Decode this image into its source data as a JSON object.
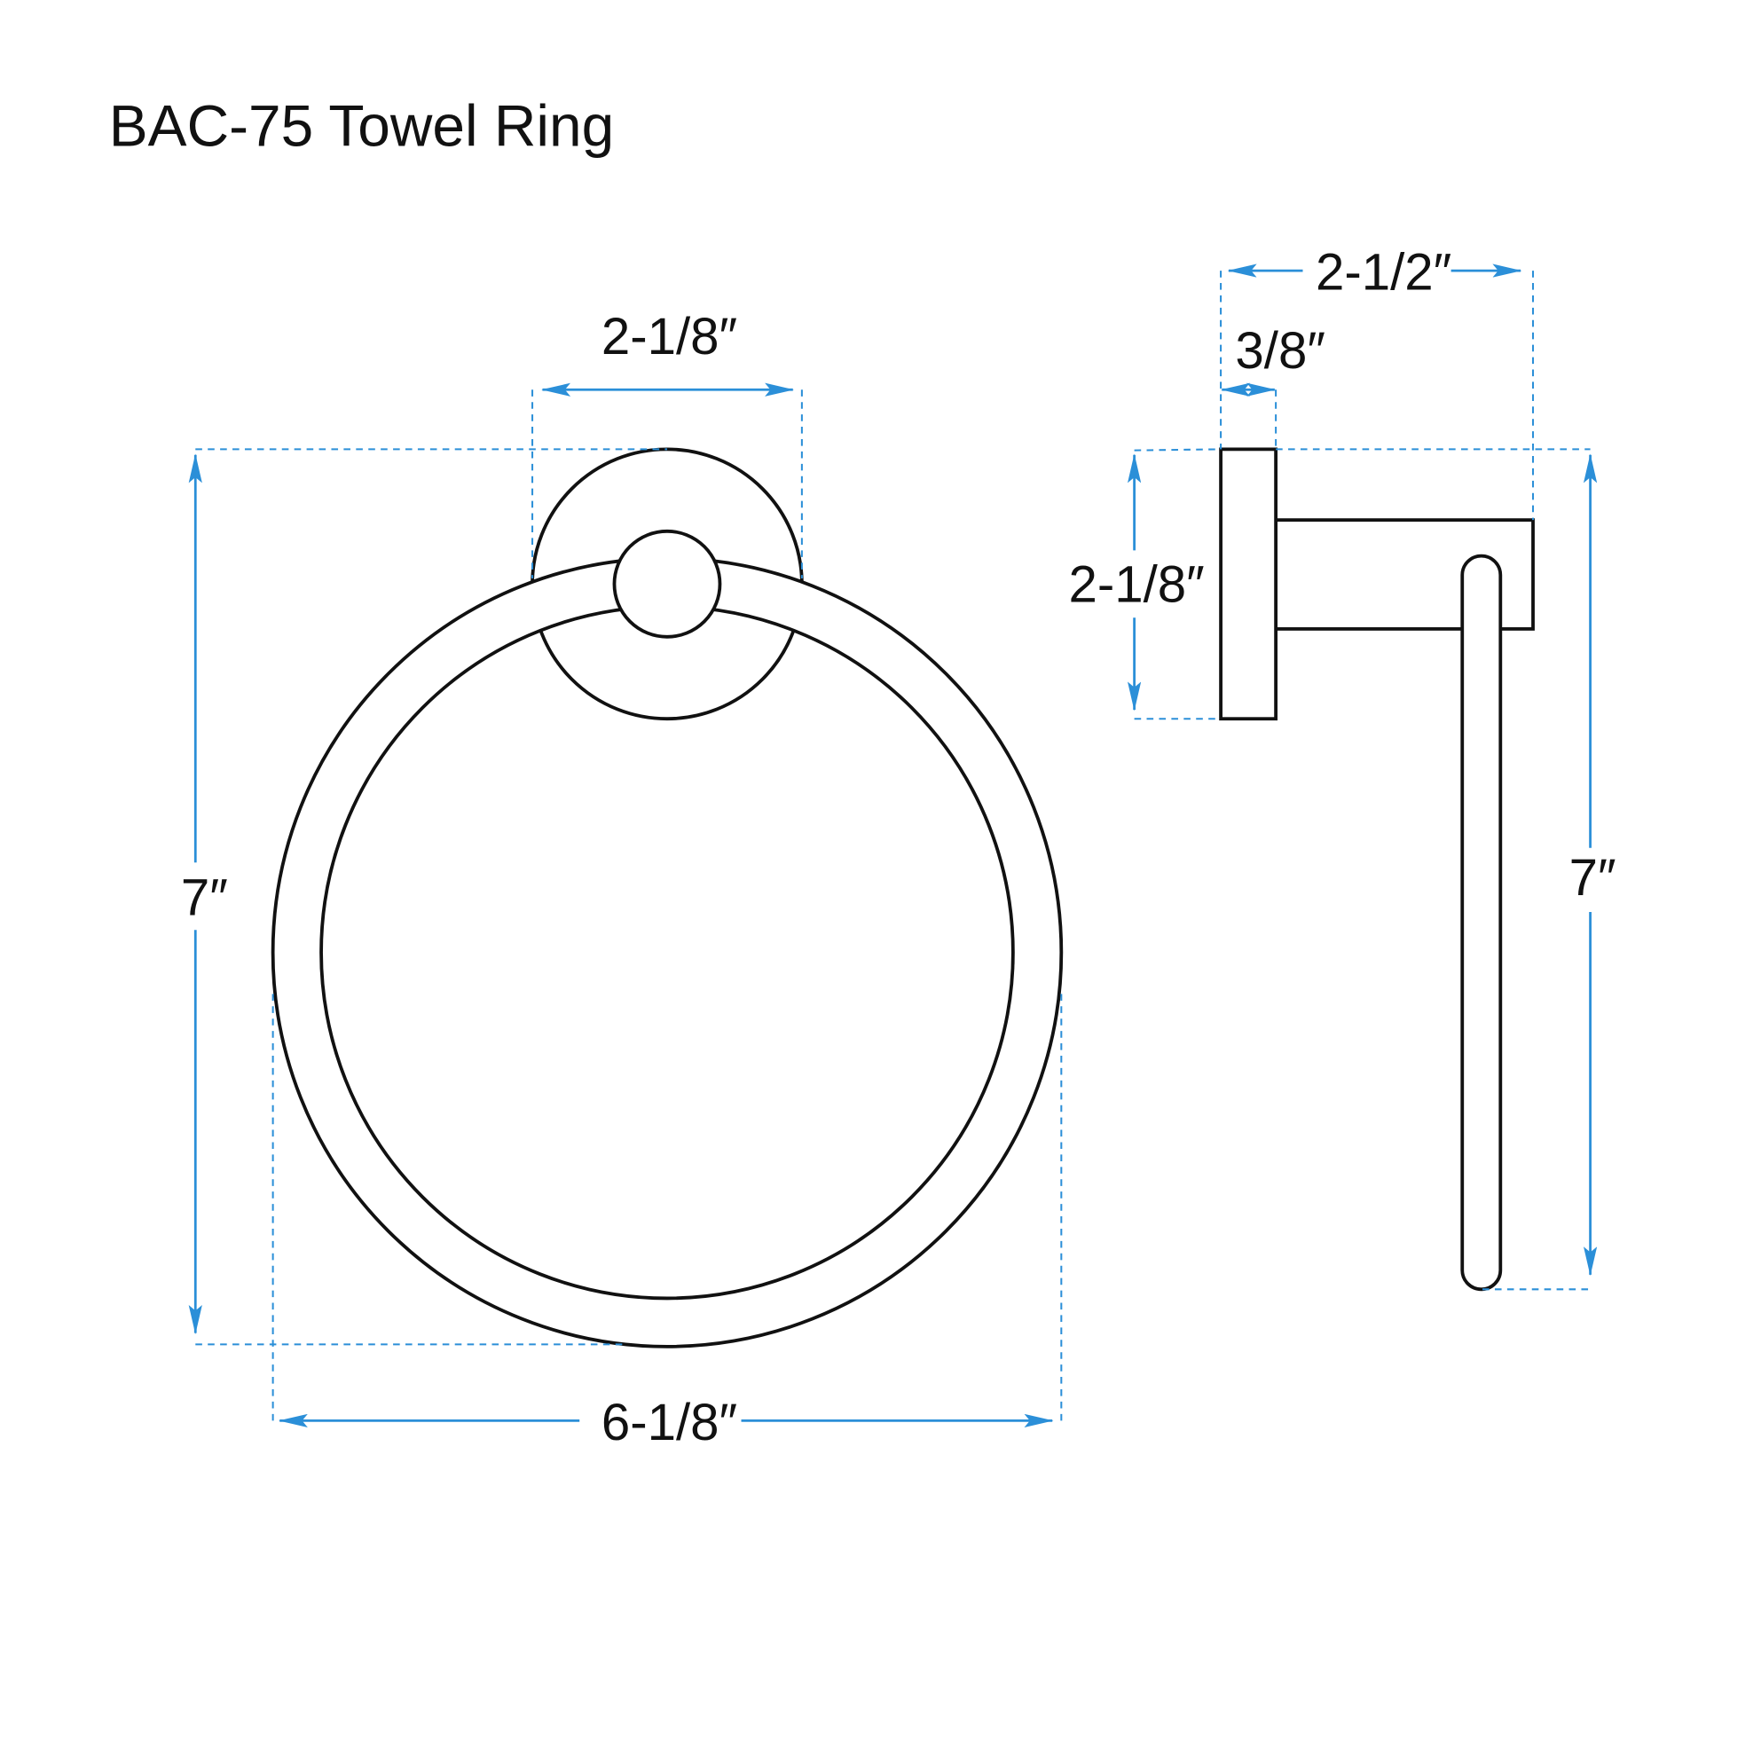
{
  "title": "BAC-75 Towel Ring",
  "front_view": {
    "base_width_label": "2-1/8″",
    "height_label": "7″",
    "width_label": "6-1/8″"
  },
  "side_view": {
    "depth_label": "2-1/2″",
    "plate_thickness_label": "3/8″",
    "plate_height_label": "2-1/8″",
    "height_label": "7″"
  },
  "colors": {
    "dimension": "#2b8fd8",
    "outline": "#111111"
  }
}
